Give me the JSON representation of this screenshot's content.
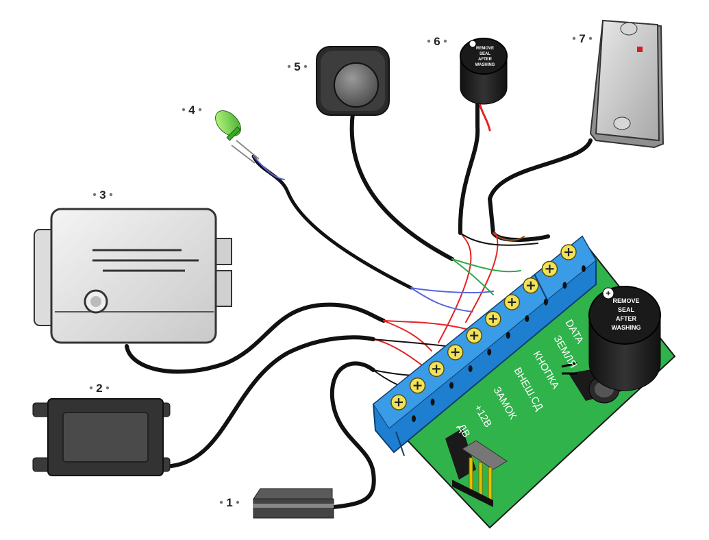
{
  "callouts": [
    "1",
    "2",
    "3",
    "4",
    "5",
    "6",
    "7"
  ],
  "board_labels": [
    "DATA",
    "ЗЕМЛЯ",
    "КНОПКА",
    "ВНЕШ.СД",
    "ЗАМОК",
    "+12В",
    "ДВ"
  ],
  "buzzer_text": [
    "REMOVE",
    "SEAL",
    "AFTER",
    "WASHING"
  ],
  "colors": {
    "board": "#2fb34a",
    "terminal": "#1e7fd0",
    "wire_red": "#e52222",
    "wire_green": "#2ea84a",
    "wire_blue": "#5566dd",
    "wire_brown": "#9a5a22"
  }
}
